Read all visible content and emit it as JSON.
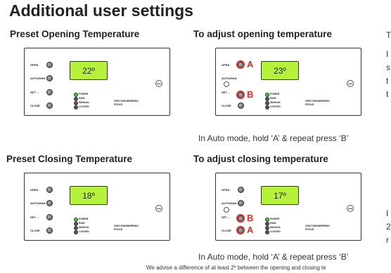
{
  "page_title": "Additional user settings",
  "sections": {
    "preset_open": "Preset Opening Temperature",
    "adjust_open": "To adjust opening temperature",
    "preset_close": "Preset Closing Temperature",
    "adjust_close": "To adjust closing temperature"
  },
  "captions": {
    "adjust_open": "In Auto mode, hold ‘A’ & repeat press ‘B’",
    "adjust_close": "In Auto mode, hold ‘A’ & repeat press ‘B’"
  },
  "footnote": "We advise a difference of at least 2º between the opening and closing te",
  "right_cutoff": {
    "a": "T",
    "b": "I",
    "c": "s",
    "d": "t",
    "e": "t",
    "f": "I",
    "g": "2",
    "h": "r"
  },
  "panel_labels": {
    "open": "OPEN",
    "auto_man": "AUTO/MAN",
    "set": "SET ↔",
    "close": "CLOSE",
    "power": "POWER",
    "rain": "RAIN",
    "rain_alt": "RAiN",
    "manual": "MANUAL",
    "locked": "LOCKED",
    "logo_line1": "VENT ENGINEERING",
    "logo_line2": "POOLE."
  },
  "displays": {
    "preset_open": "22º",
    "adjust_open": "23º",
    "preset_close": "18º",
    "adjust_close": "17º"
  },
  "markers": {
    "a": "A",
    "b": "B"
  },
  "colors": {
    "lcd_green": "#b6f23a",
    "marker_red": "#d9302a",
    "power_led": "#3fc63f"
  }
}
